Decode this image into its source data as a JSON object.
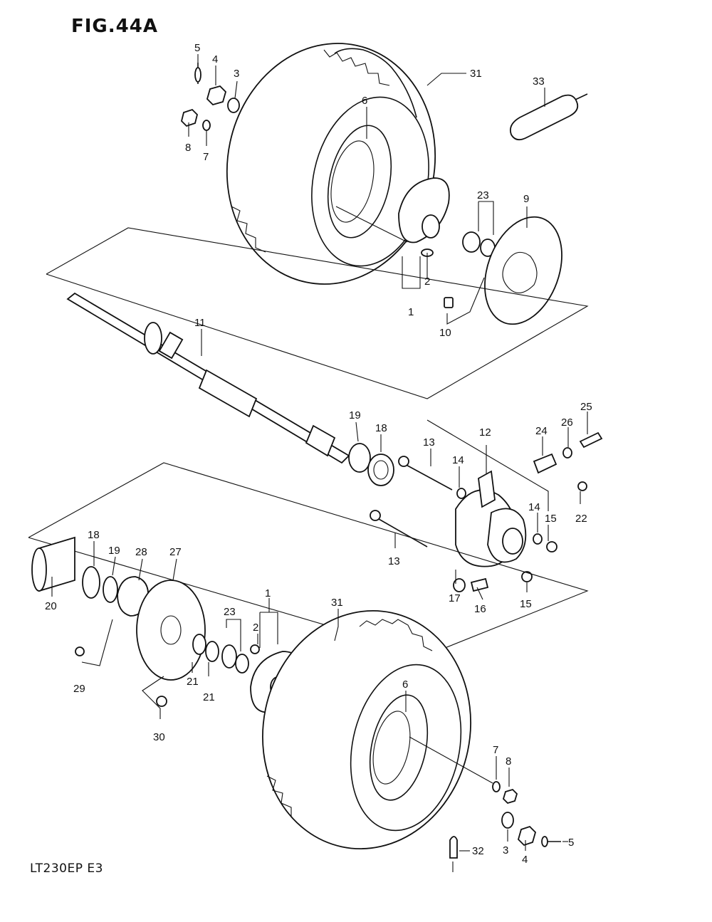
{
  "figure": {
    "title": "FIG.44A",
    "model_code": "LT230EP  E3"
  },
  "callouts": [
    {
      "id": "c5a",
      "label": "5"
    },
    {
      "id": "c4a",
      "label": "4"
    },
    {
      "id": "c3a",
      "label": "3"
    },
    {
      "id": "c8a",
      "label": "8"
    },
    {
      "id": "c7a",
      "label": "7"
    },
    {
      "id": "c6a",
      "label": "6"
    },
    {
      "id": "c31a",
      "label": "31"
    },
    {
      "id": "c33",
      "label": "33"
    },
    {
      "id": "c23a",
      "label": "23"
    },
    {
      "id": "c9",
      "label": "9"
    },
    {
      "id": "c2a",
      "label": "2"
    },
    {
      "id": "c1a",
      "label": "1"
    },
    {
      "id": "c10",
      "label": "10"
    },
    {
      "id": "c11",
      "label": "11"
    },
    {
      "id": "c19a",
      "label": "19"
    },
    {
      "id": "c18a",
      "label": "18"
    },
    {
      "id": "c13a",
      "label": "13"
    },
    {
      "id": "c12",
      "label": "12"
    },
    {
      "id": "c24",
      "label": "24"
    },
    {
      "id": "c26",
      "label": "26"
    },
    {
      "id": "c25",
      "label": "25"
    },
    {
      "id": "c14a",
      "label": "14"
    },
    {
      "id": "c22",
      "label": "22"
    },
    {
      "id": "c14b",
      "label": "14"
    },
    {
      "id": "c15a",
      "label": "15"
    },
    {
      "id": "c13b",
      "label": "13"
    },
    {
      "id": "c17",
      "label": "17"
    },
    {
      "id": "c16",
      "label": "16"
    },
    {
      "id": "c15b",
      "label": "15"
    },
    {
      "id": "c18b",
      "label": "18"
    },
    {
      "id": "c19b",
      "label": "19"
    },
    {
      "id": "c28",
      "label": "28"
    },
    {
      "id": "c27",
      "label": "27"
    },
    {
      "id": "c20",
      "label": "20"
    },
    {
      "id": "c1b",
      "label": "1"
    },
    {
      "id": "c23b",
      "label": "23"
    },
    {
      "id": "c2b",
      "label": "2"
    },
    {
      "id": "c31b",
      "label": "31"
    },
    {
      "id": "c29",
      "label": "29"
    },
    {
      "id": "c21a",
      "label": "21"
    },
    {
      "id": "c21b",
      "label": "21"
    },
    {
      "id": "c30",
      "label": "30"
    },
    {
      "id": "c6b",
      "label": "6"
    },
    {
      "id": "c7b",
      "label": "7"
    },
    {
      "id": "c8b",
      "label": "8"
    },
    {
      "id": "c3b",
      "label": "3"
    },
    {
      "id": "c4b",
      "label": "4"
    },
    {
      "id": "c5b",
      "label": "5"
    },
    {
      "id": "c32",
      "label": "32"
    }
  ]
}
